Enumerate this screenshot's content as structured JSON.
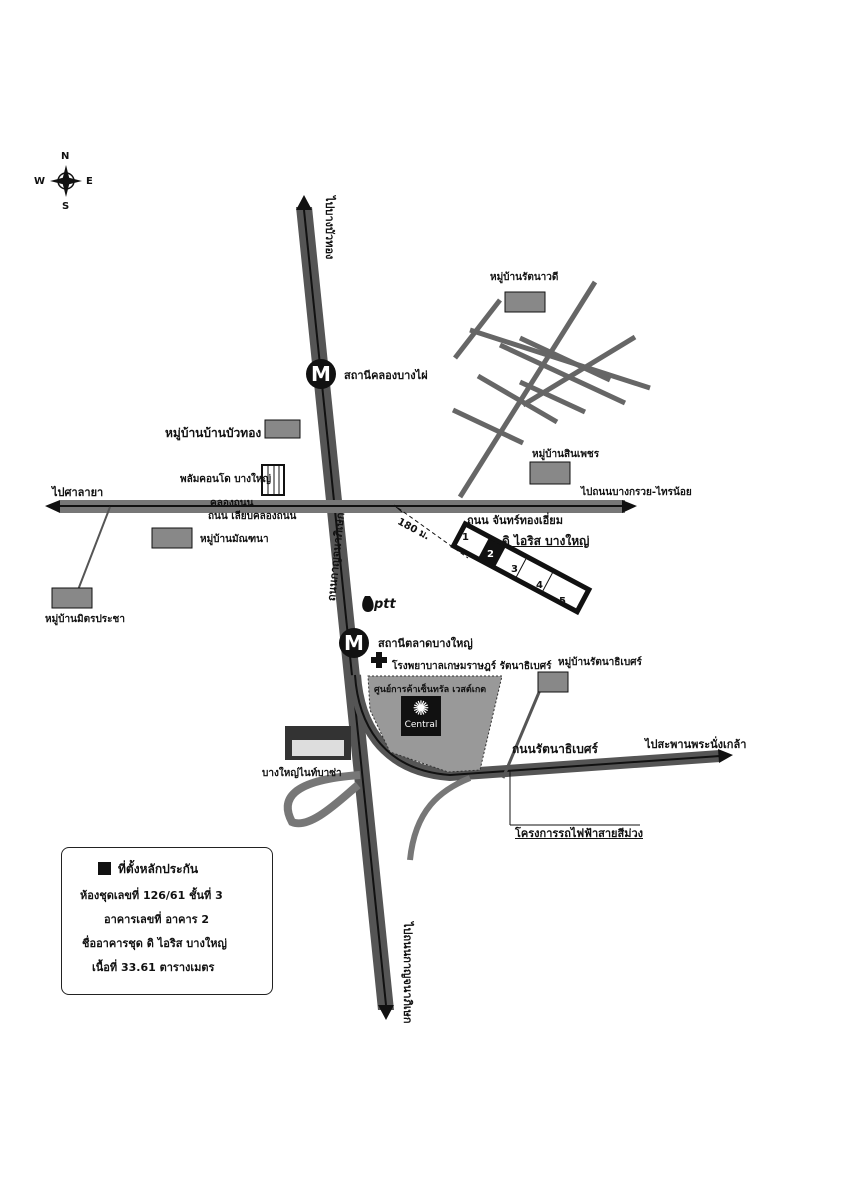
{
  "compass": {
    "n": "N",
    "s": "S",
    "e": "E",
    "w": "W"
  },
  "roads": {
    "north_dir": "ไปบางบัวทอง",
    "south_dir": "ไปถนนกาญจนาภิเษก",
    "main_road": "ถนนกาญจนาภิเษก",
    "west_dir": "ไปศาลายา",
    "east_dir": "ไปถนนบางกรวย-ไทรน้อย",
    "canal": "คลองถนน",
    "canal_road": "ถนน เลียบคลองถนน",
    "chan_road": "ถนน จันทร์ทองเอี่ยม",
    "rattana_road": "ถนนรัตนาธิเบศร์",
    "rattana_dir": "ไปสะพานพระนั่งเกล้า"
  },
  "stations": {
    "khlong_bang_phai": "สถานีคลองบางไผ่",
    "talad_bang_yai": "สถานีตลาดบางใหญ่",
    "metro_symbol": "M"
  },
  "places": {
    "rattanawadee": "หมู่บ้านรัตนาวดี",
    "sinpetch": "หมู่บ้านสินเพชร",
    "ban_bua_thong": "หมู่บ้านบ้านบัวทอง",
    "plum_condo": "พลัมคอนโด บางใหญ่",
    "monthana": "หมู่บ้านมัณฑนา",
    "mitpracha": "หมู่บ้านมิตรประชา",
    "hospital": "โรงพยาบาลเกษมราษฎร์ รัตนาธิเบศร์",
    "rattanathibet_village": "หมู่บ้านรัตนาธิเบศร์",
    "central_westgate": "ศูนย์การค้าเซ็นทรัล เวสต์เกต",
    "central_logo": "Central",
    "bangyai_plaza": "บางใหญ่ไนท์บาซ่า",
    "ptt": "ptt",
    "purple_line": "โครงการรถไฟฟ้าสายสีม่วง"
  },
  "project": {
    "name": "ดิ ไอริส บางใหญ่",
    "distance": "180 ม.",
    "buildings": [
      "1",
      "2",
      "3",
      "4",
      "5"
    ]
  },
  "info": {
    "legend": "ที่ตั้งหลักประกัน",
    "unit": "ห้องชุดเลขที่ 126/61 ชั้นที่ 3",
    "building": "อาคารเลขที่ อาคาร 2",
    "condo": "ชื่ออาคารชุด ดิ ไอริส บางใหญ่",
    "area": "เนื้อที่ 33.61 ตารางเมตร"
  }
}
